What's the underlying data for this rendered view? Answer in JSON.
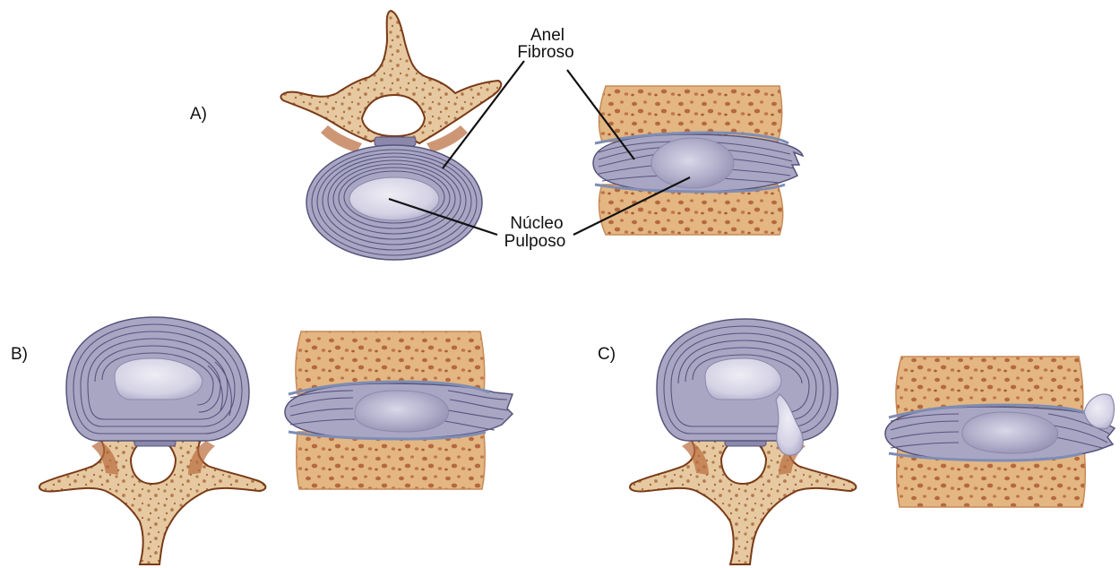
{
  "panels": {
    "a": {
      "label": "A)"
    },
    "b": {
      "label": "B)"
    },
    "c": {
      "label": "C)"
    }
  },
  "callouts": {
    "annulus": {
      "line1": "Anel",
      "line2": "Fibroso"
    },
    "nucleus": {
      "line1": "Núcleo",
      "line2": "Pulposo"
    }
  },
  "colors": {
    "bone": "#e3b682",
    "bone_dark": "#c78a58",
    "pore": "#b5683f",
    "vertebra": "#e6c9a0",
    "vertebra_edge": "#7a3b18",
    "disc": "#9f9cbc",
    "disc_line": "#56547c",
    "nucleus": "#c9c7de",
    "nucleus_light": "#e9e8f2"
  }
}
